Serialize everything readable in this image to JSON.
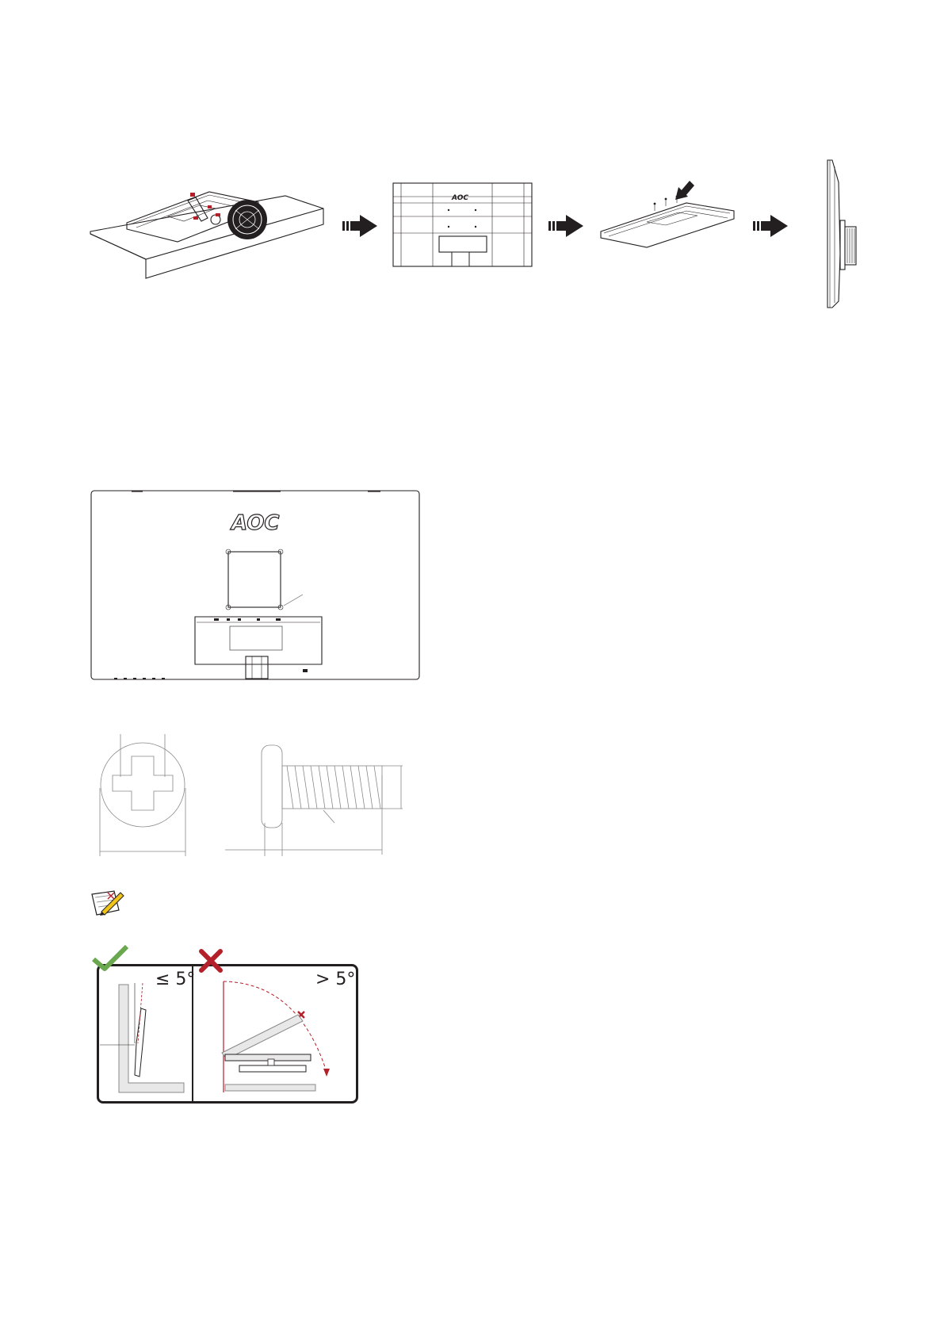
{
  "brand": {
    "logo_text": "AOC"
  },
  "tilt_figure": {
    "ok_label": "≤ 5°",
    "bad_label": "> 5°",
    "ok_color": "#6aa84f",
    "bad_color": "#b3202a"
  },
  "icons": {
    "step_arrow": "right-arrow-icon",
    "press_arrow": "down-left-arrow-icon",
    "note": "note-pencil-icon",
    "ok": "check-mark-icon",
    "bad": "cross-mark-icon"
  }
}
